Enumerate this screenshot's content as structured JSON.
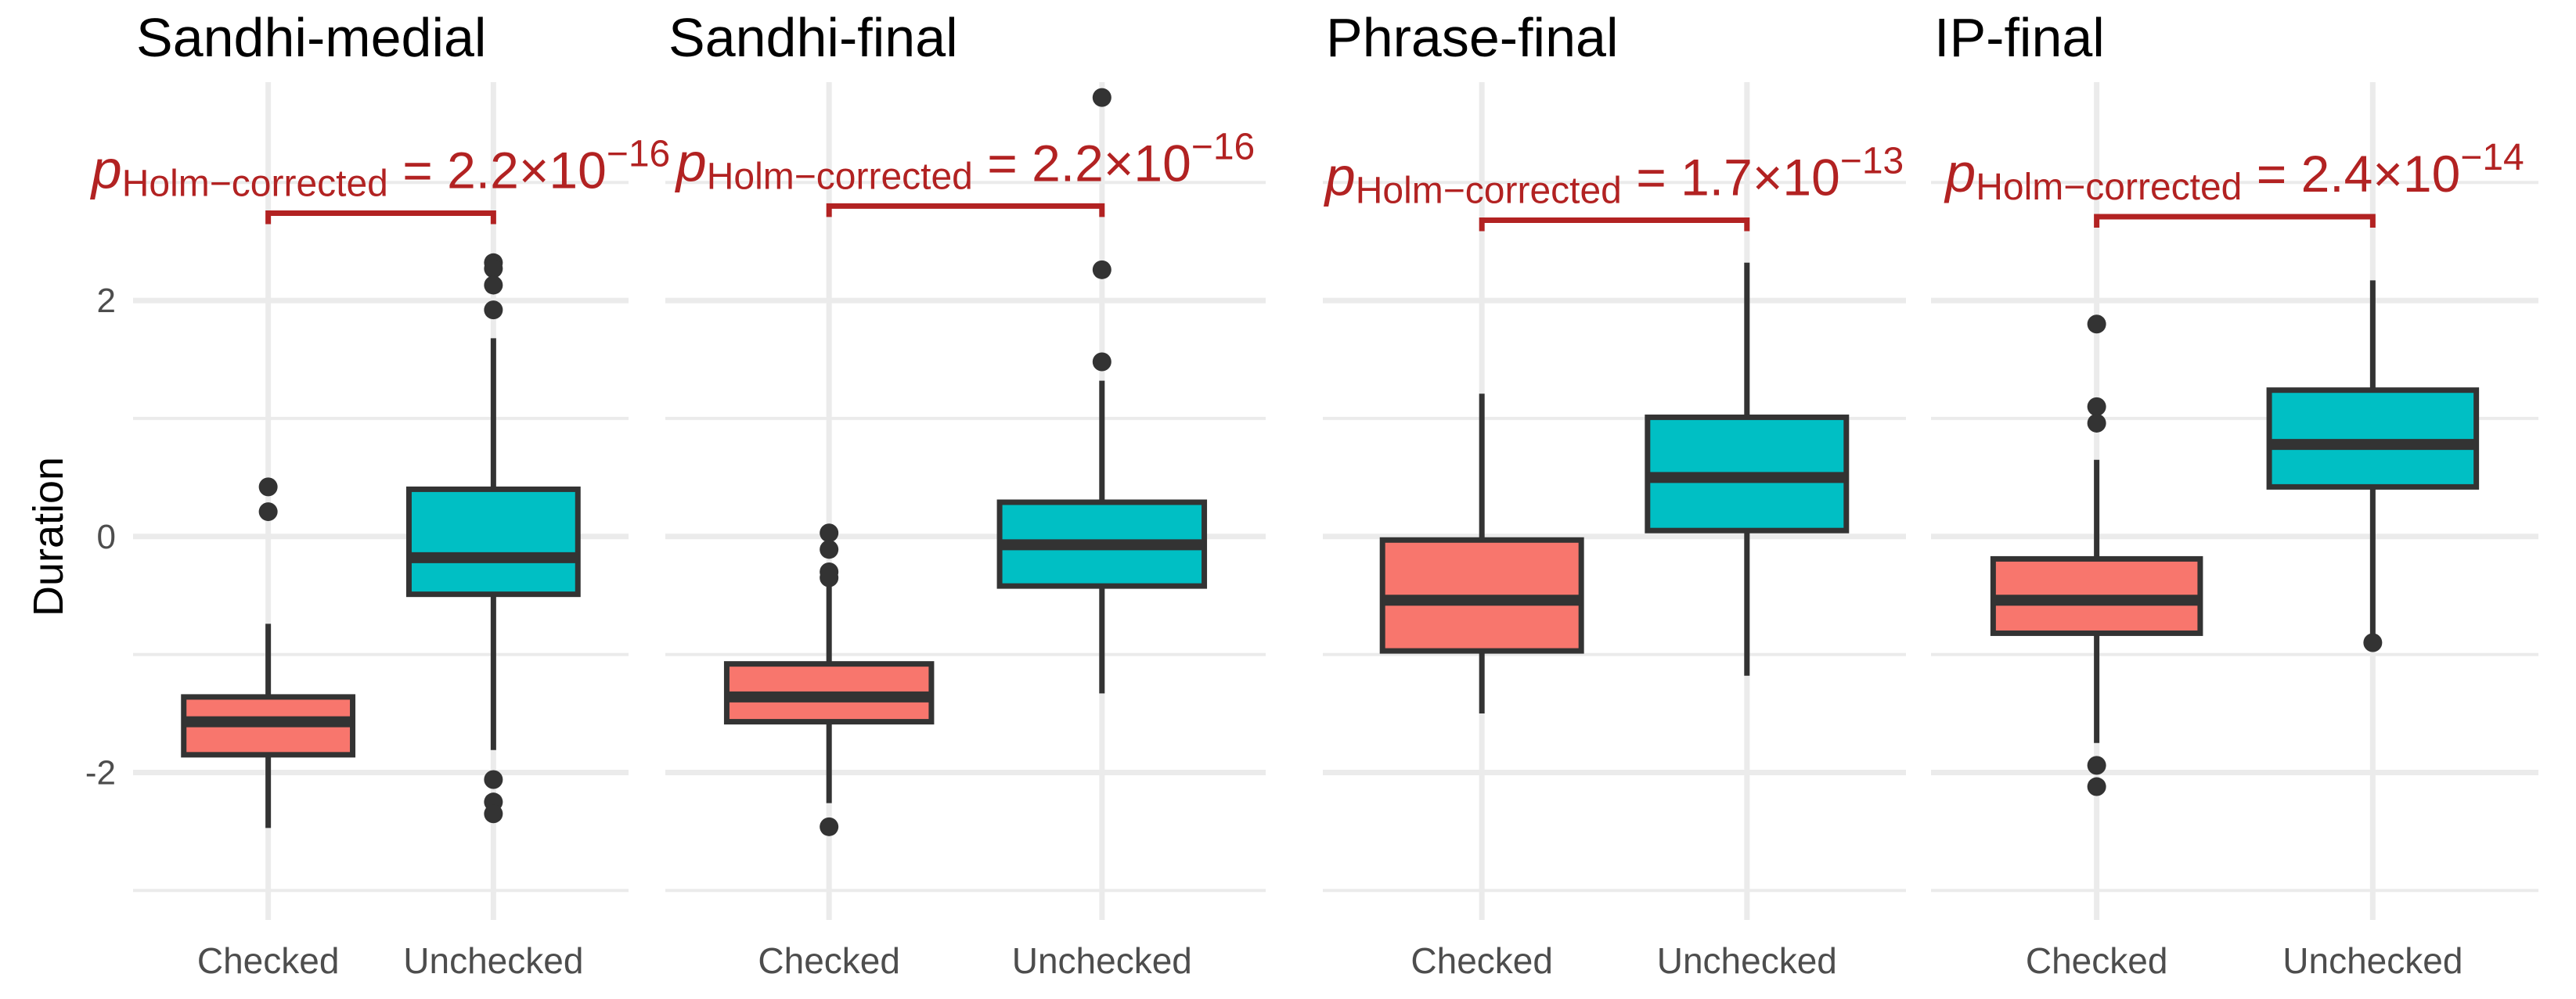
{
  "chart_data": {
    "type": "boxplot",
    "ylabel": "Duration",
    "ylim": [
      -3.25,
      3.85
    ],
    "yticks": [
      -2,
      0,
      2
    ],
    "minor_gridlines": [
      -3,
      -1,
      1,
      3
    ],
    "grid": true,
    "categories": [
      "Checked",
      "Unchecked"
    ],
    "colors": {
      "Checked": "#F8766D",
      "Unchecked": "#00BFC4",
      "outline": "#333333",
      "grid": "#EBEBEB",
      "annotation": "#B22222"
    },
    "panels": [
      {
        "title": "Sandhi-medial",
        "annotation": {
          "p_symbol": "p",
          "subscript": "Holm−corrected",
          "equals": " = 2.2×10",
          "exponent": "−16",
          "bracket_y": 2.74
        },
        "boxes": [
          {
            "category": "Checked",
            "lower_whisker": -2.47,
            "q1": -1.85,
            "median": -1.57,
            "q3": -1.36,
            "upper_whisker": -0.74,
            "outliers": [
              0.42,
              0.21
            ]
          },
          {
            "category": "Unchecked",
            "lower_whisker": -1.81,
            "q1": -0.49,
            "median": -0.18,
            "q3": 0.4,
            "upper_whisker": 1.68,
            "outliers": [
              2.32,
              2.27,
              2.13,
              1.92,
              -2.06,
              -2.25,
              -2.35
            ]
          }
        ]
      },
      {
        "title": "Sandhi-final",
        "annotation": {
          "p_symbol": "p",
          "subscript": "Holm−corrected",
          "equals": " = 2.2×10",
          "exponent": "−16",
          "bracket_y": 2.8
        },
        "boxes": [
          {
            "category": "Checked",
            "lower_whisker": -2.26,
            "q1": -1.57,
            "median": -1.36,
            "q3": -1.08,
            "upper_whisker": -0.42,
            "outliers": [
              0.03,
              -0.11,
              -0.3,
              -0.35,
              -2.46
            ]
          },
          {
            "category": "Unchecked",
            "lower_whisker": -1.33,
            "q1": -0.42,
            "median": -0.07,
            "q3": 0.29,
            "upper_whisker": 1.32,
            "outliers": [
              3.72,
              2.26,
              1.48
            ]
          }
        ]
      },
      {
        "title": "Phrase-final",
        "annotation": {
          "p_symbol": "p",
          "subscript": "Holm−corrected",
          "equals": " = 1.7×10",
          "exponent": "−13",
          "bracket_y": 2.68
        },
        "boxes": [
          {
            "category": "Checked",
            "lower_whisker": -1.5,
            "q1": -0.97,
            "median": -0.54,
            "q3": -0.03,
            "upper_whisker": 1.21,
            "outliers": []
          },
          {
            "category": "Unchecked",
            "lower_whisker": -1.18,
            "q1": 0.05,
            "median": 0.5,
            "q3": 1.01,
            "upper_whisker": 2.32,
            "outliers": []
          }
        ]
      },
      {
        "title": "IP-final",
        "annotation": {
          "p_symbol": "p",
          "subscript": "Holm−corrected",
          "equals": " = 2.4×10",
          "exponent": "−14",
          "bracket_y": 2.71
        },
        "boxes": [
          {
            "category": "Checked",
            "lower_whisker": -1.75,
            "q1": -0.82,
            "median": -0.54,
            "q3": -0.19,
            "upper_whisker": 0.65,
            "outliers": [
              1.8,
              1.1,
              0.96,
              -1.94,
              -2.12
            ]
          },
          {
            "category": "Unchecked",
            "lower_whisker": -0.87,
            "q1": 0.42,
            "median": 0.78,
            "q3": 1.24,
            "upper_whisker": 2.17,
            "outliers": [
              -0.9
            ]
          }
        ]
      }
    ]
  }
}
